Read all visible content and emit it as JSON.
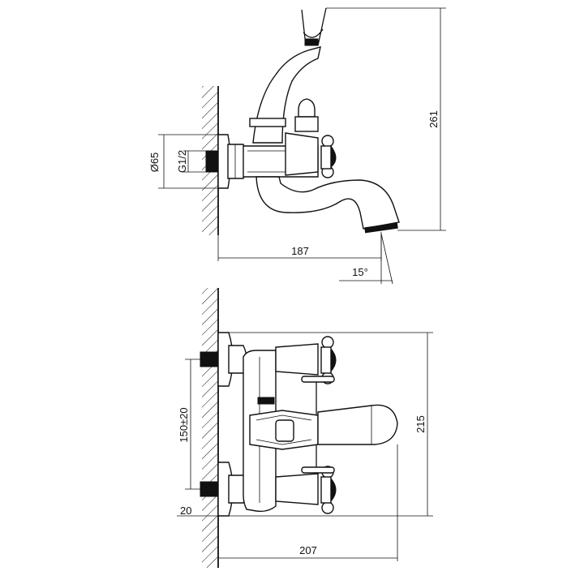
{
  "drawing": {
    "side_view": {
      "dim_diameter": "Ø65",
      "dim_thread": "G1/2",
      "dim_height": "261",
      "dim_depth": "187",
      "dim_angle": "15°"
    },
    "front_view": {
      "dim_spacing": "150±20",
      "dim_height": "215",
      "dim_offset": "20",
      "dim_width": "207"
    }
  }
}
